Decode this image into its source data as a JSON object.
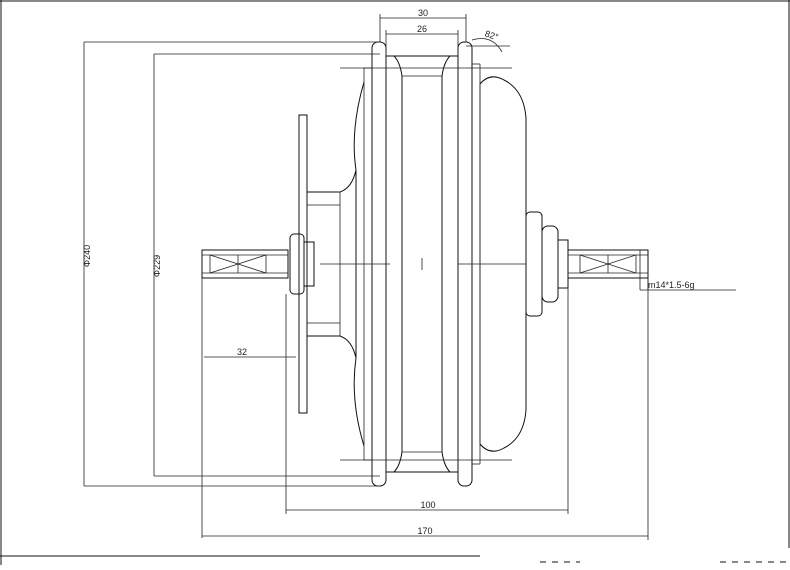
{
  "dimensions": {
    "top_width": "30",
    "top_inner_width": "26",
    "angle": "82°",
    "outer_diameter": "Φ240",
    "inner_diameter": "Φ229",
    "shaft_offset": "32",
    "thread_spec": "m14*1.5-6g",
    "hub_width": "100",
    "overall_width": "170"
  }
}
